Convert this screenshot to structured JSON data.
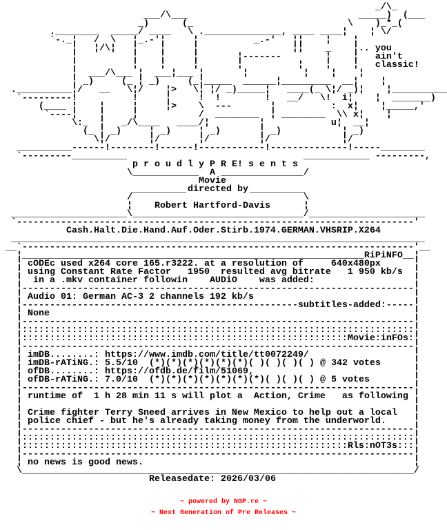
{
  "logo_art": [
    "                                                                    _/\\_",
    "                          ___/\\___                               _____)  (___",
    "                         _)      (_                            \\    )_*_(",
    "         .________  _____/ ____   \\ .______________, ____ ____¦    ¦ \\/",
    "         `-._¦   /  \\   ¦_.-'¦     ¦          _.-'   ¦¦    ¦    ¦",
    "             ¦   ¦/\\¦   ¦    ¦     ¦                 ¦¦    _    ¦.. you",
    "             ¦          ¦    ¦     ¦       ¦-------        ¦    ¦   ain't",
    "             ¦          ¦    ¦     ¦       ¦          ¦    ¦    ¦   classic!",
    "             ¦  ___/\\___ ¦  ___¦___ ¦       ¦          ¦    ¦    ¦",
    "             ¦ _)     (_ ¦ _)     (_¦_____  ______¦_________  __¦    ¦",
    "  .__________¦/   __   \\¦/    ¦>   \\¦ ¦/ _)_____¦   ____(_ \\¦/ _)¦    ¦__________,",
    "   `---------!          !     ¦     !  !        !   __/   \\!  i¦    ¦  _______)",
    "       (____ ¦    ¦     ¦     ¦>    \\  ---       ¦          :  x¦    ¦_____,'",
    "        `----¦    ¦     ¦           /  ________  ¦ ________  \\\\ x¦    ¦",
    "             \\:_  ¦   _/\\____   ____/¦         ¦            u¦  __¦",
    "               (_ ¦ _)     ¦ _)     ¦ _)       ¦ _)           ¦ _)",
    "                 \\¦/       ¦/       ¦/         ¦/             ¦/",
    "   __________------!--------!------!------------!--------------!-----________",
    "   `---------__________                                ____________ ---------,"
  ],
  "header": {
    "presents": "p r o u d l y P R E! s e n t s",
    "a": "A",
    "movie": "Movie",
    "directed_by": "directed by",
    "director": "Robert Hartford-Davis",
    "release_name": "Cash.Halt.Die.Hand.Auf.Oder.Stirb.1974.GERMAN.VHSRIP.X264"
  },
  "frame": {
    "r19_left": "\\____________",
    "r19_right": "_______________/",
    "r21_left": "__________",
    "r21_right": "__________",
    "slash": "/",
    "backslash": "\\",
    "pipe": "¦",
    "r24": "_____________________\\_______________________________/_____________________",
    "r25": "`------------------------------------------------------------------------'",
    "r27": "___________________________________________________________________________",
    "r28": " __`-----------------------------------------------------------------------'__",
    "r55": "\\_______________________________________________________________________/"
  },
  "separators": {
    "dash": "-----------------------------------------------------------------------",
    "colon": ":::::::::::::::::::::::::::::::::::::::::::::::::::::::::::::::::::::::"
  },
  "ripinfo": {
    "bar": "______________________________________________________________RiPiNFO__",
    "codec": " cODEc used x264 core 165.r3222. at a resolution of     640x480px",
    "crf": " using Constant Rate Factor   1950  resulted avg bitrate   1 950 kb/s",
    "container": "  in a .mkv container followin    AUDiO    was added:",
    "audio": " Audio 01: German AC-3 2 channels 192 kb/s",
    "subtitles_bar": "--------------------------------------------------subtitles-added:-----",
    "subtitles": " None"
  },
  "movie_info": {
    "bar": ":::::::::::::::::::::::::::::::::::::::::::::::::::::::::::Movie:inFOs:",
    "imdb_label": "imDB........:",
    "imdb_url": "https://www.imdb.com/title/tt0072249/",
    "imdb_rating_label": "imDB-rATiNG.:",
    "imdb_rating": "5.5/10",
    "imdb_stars": "(*)(*)(*)(*)(*)(*)( )( )( )( )",
    "imdb_votes": "@ 342 votes",
    "ofdb_label": "ofDB........:",
    "ofdb_url": "https://ofdb.de/film/51069,",
    "ofdb_rating_label": "ofDB-rATiNG.:",
    "ofdb_rating": "7.0/10",
    "ofdb_stars": "(*)(*)(*)(*)(*)(*)(*)( )( )( )",
    "ofdb_votes": "@ 5 votes",
    "runtime": " runtime of  1 h 28 min 11 s will plot a  Action, Crime   as following",
    "plot_1": " Crime fighter Terry Sneed arrives in New Mexico to help out a local",
    "plot_2": " police chief - but he's already taking money from the underworld."
  },
  "notes": {
    "bar": ":::::::::::::::::::::::::::::::::::::::::::::::::::::::::::Rls:nOT3s:::",
    "text": " no news is good news."
  },
  "release": {
    "label": "Releasedate:",
    "date": "2026/03/06"
  },
  "footer": {
    "powered": "~ powered by NGP.re ~",
    "tagline": "~ Next Generation of Pre Releases ~"
  },
  "colors": {
    "text": "#000000",
    "footer": "#ff0000",
    "background": "#ffffff"
  }
}
